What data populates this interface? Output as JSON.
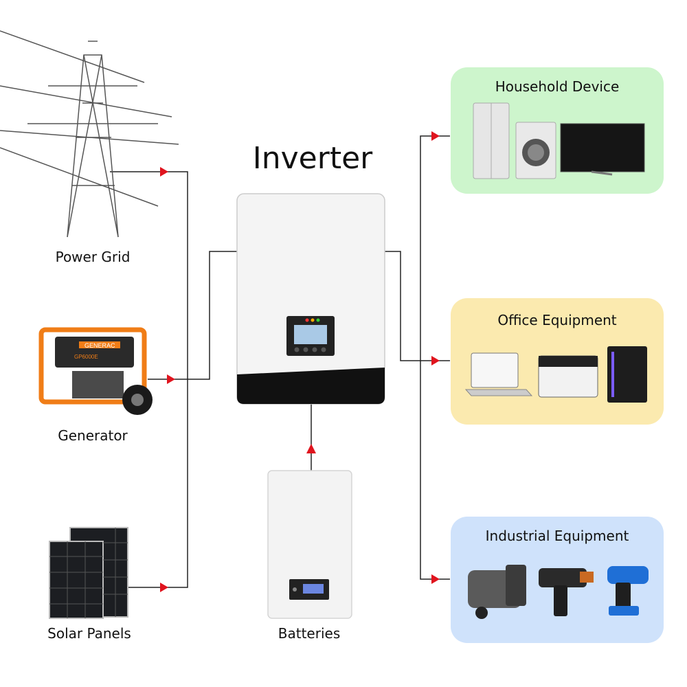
{
  "title": "Inverter",
  "sources": [
    {
      "label": "Power Grid"
    },
    {
      "label": "Generator"
    },
    {
      "label": "Solar Panels"
    }
  ],
  "storage": {
    "label": "Batteries"
  },
  "loads": [
    {
      "label": "Household Device",
      "color": "#cdf5cc"
    },
    {
      "label": "Office Equipment",
      "color": "#fbeaaf"
    },
    {
      "label": "Industrial Equipment",
      "color": "#cfe2fb"
    }
  ],
  "device_brand": {
    "generator_brand": "GENERAC",
    "generator_model": "GP6000E"
  },
  "colors": {
    "arrow": "#e0141e",
    "line": "#222222"
  }
}
